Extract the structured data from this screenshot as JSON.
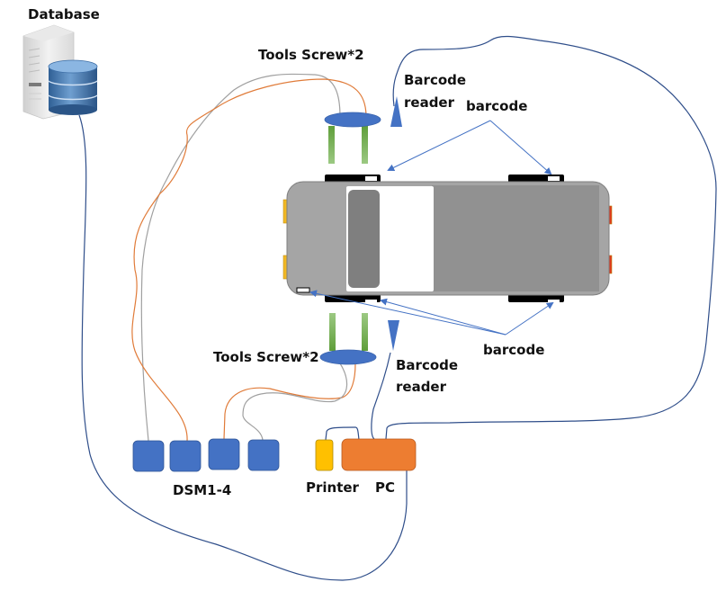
{
  "labels": {
    "database": "Database",
    "tools_top": "Tools Screw*2",
    "tools_bottom": "Tools Screw*2",
    "reader_top_line1": "Barcode",
    "reader_top_line2": "reader",
    "reader_bottom_line1": "Barcode",
    "reader_bottom_line2": "reader",
    "barcode_top": "barcode",
    "barcode_bottom": "barcode",
    "dsm": "DSM1-4",
    "printer": "Printer",
    "pc": "PC"
  },
  "devices": {
    "dsm_units": [
      "DSM1",
      "DSM2",
      "DSM3",
      "DSM4"
    ]
  },
  "colors": {
    "device_blue": "#4472C4",
    "pc_orange": "#ED7D31",
    "printer_yellow": "#FFC000",
    "tool_green": "#70AD47",
    "car_body": "#A5A5A5",
    "car_roof": "#919191",
    "car_window": "#7F7F7F",
    "tail_light": "#E03A1E",
    "head_light": "#F2B824",
    "cable_orange": "#E07B39",
    "cable_gray": "#A0A0A0",
    "cable_navy": "#2F4E8A"
  }
}
